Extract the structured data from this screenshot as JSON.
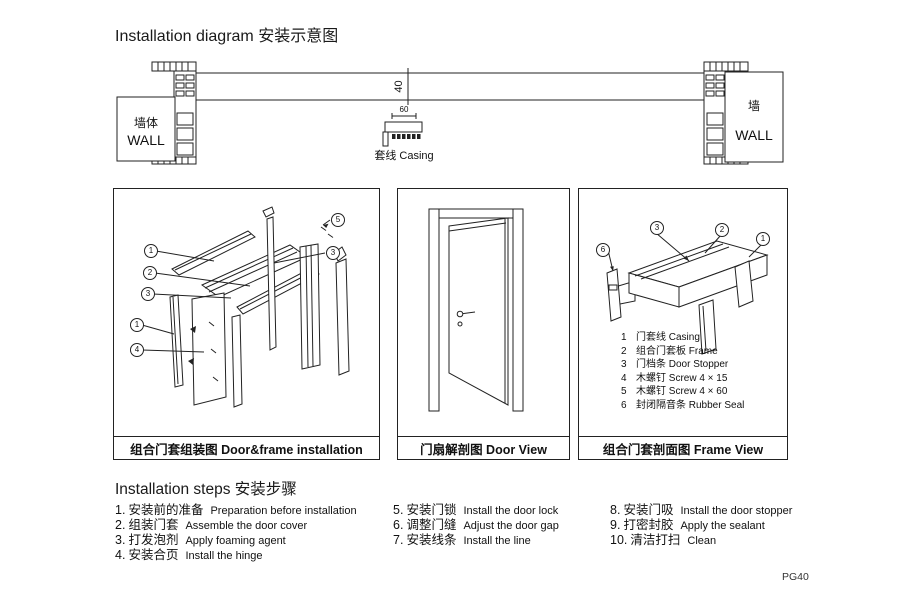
{
  "page": {
    "title": "Installation diagram 安装示意图",
    "number": "PG40"
  },
  "top_diagram": {
    "wall_left": {
      "cn": "墙体",
      "en": "WALL"
    },
    "wall_right": {
      "cn": "墙",
      "en": "WALL"
    },
    "thickness_dim": "40",
    "casing_width_dim": "60",
    "casing_label": "套线 Casing"
  },
  "exploded_panel": {
    "caption": "组合门套组装图  Door&frame installation",
    "callouts": {
      "c1a": "1",
      "c2": "2",
      "c3a": "3",
      "c1b": "1",
      "c4": "4",
      "c5": "5",
      "c3b": "3"
    }
  },
  "door_panel": {
    "caption": "门扇解剖图  Door View"
  },
  "frame_panel": {
    "caption": "组合门套剖面图  Frame View",
    "callouts": {
      "c3": "3",
      "c2": "2",
      "c1": "1",
      "c6": "6"
    },
    "legend": [
      {
        "num": "1",
        "label": "门套线 Casing"
      },
      {
        "num": "2",
        "label": "组合门套板 Frame"
      },
      {
        "num": "3",
        "label": "门档条 Door Stopper"
      },
      {
        "num": "4",
        "label": "木螺钉 Screw 4 × 15"
      },
      {
        "num": "5",
        "label": "木螺钉 Screw 4 × 60"
      },
      {
        "num": "6",
        "label": "封闭隔音条 Rubber Seal"
      }
    ]
  },
  "steps": {
    "title": "Installation steps 安装步骤",
    "col1": [
      {
        "num": "1.",
        "cn": "安装前的准备",
        "en": "Preparation before installation"
      },
      {
        "num": "2.",
        "cn": "组装门套",
        "en": "Assemble the door cover"
      },
      {
        "num": "3.",
        "cn": "打发泡剂",
        "en": "Apply foaming agent"
      },
      {
        "num": "4.",
        "cn": "安装合页",
        "en": "Install the hinge"
      }
    ],
    "col2": [
      {
        "num": "5.",
        "cn": "安装门锁",
        "en": "Install the door lock"
      },
      {
        "num": "6.",
        "cn": "调整门缝",
        "en": "Adjust the door gap"
      },
      {
        "num": "7.",
        "cn": "安装线条",
        "en": "Install the line"
      }
    ],
    "col3": [
      {
        "num": "8.",
        "cn": "安装门吸",
        "en": "Install the door stopper"
      },
      {
        "num": "9.",
        "cn": "打密封胶",
        "en": "Apply the sealant"
      },
      {
        "num": "10.",
        "cn": "清洁打扫",
        "en": "Clean"
      }
    ]
  }
}
